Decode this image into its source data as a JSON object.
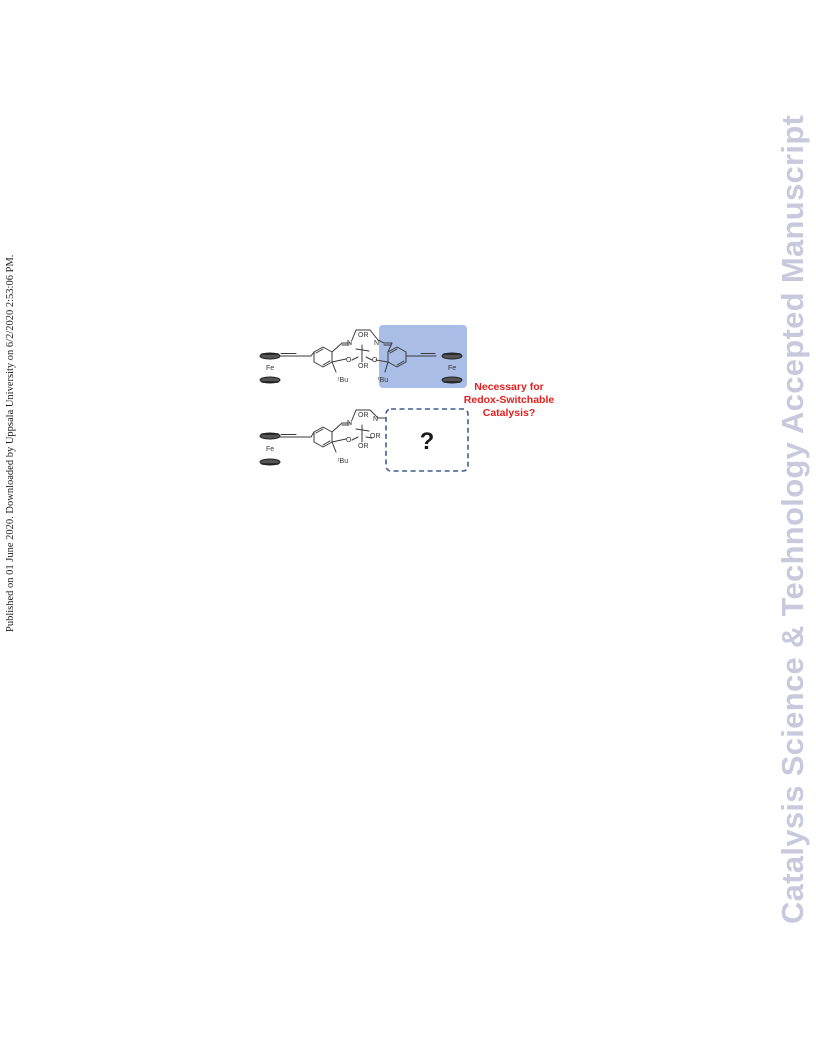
{
  "side_note": "Published on 01 June 2020. Downloaded by Uppsala University on 6/2/2020 2:53:06 PM.",
  "watermark": "Catalysis Science & Technology Accepted Manuscript",
  "figure": {
    "callout_lines": [
      "Necessary for",
      "Redox-Switchable",
      "Catalysis?"
    ],
    "question_mark": "?",
    "atom_labels": {
      "fe": "Fe",
      "or": "OR",
      "o": "O",
      "n": "N",
      "tbu": "ᵗBu"
    },
    "colors": {
      "highlight": "#a9bde6",
      "dashed_border": "#3e5f8f",
      "callout": "#e41e1e",
      "bonds": "#3a3a3a"
    }
  }
}
